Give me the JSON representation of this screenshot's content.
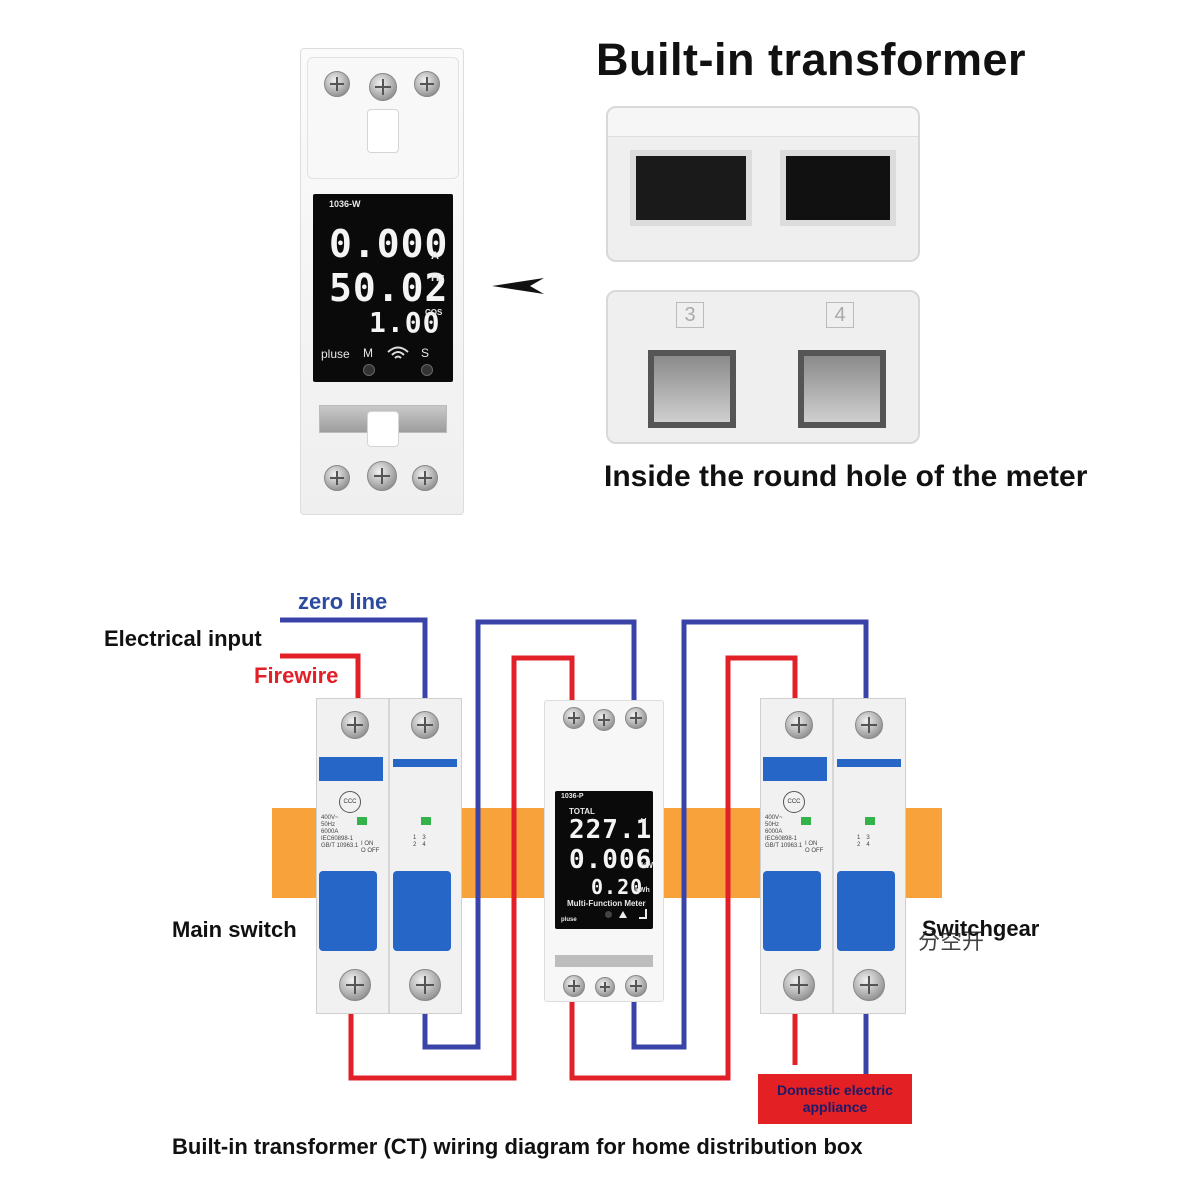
{
  "headings": {
    "transformer_title": "Built-in transformer",
    "round_hole_caption": "Inside the round hole of the meter",
    "diagram_caption": "Built-in transformer (CT) wiring diagram for home distribution box"
  },
  "top_meter": {
    "model": "1036-W",
    "line1_value": "0.000",
    "line1_unit": "A",
    "line2_value": "50.02",
    "line2_unit": "Hz",
    "line3_value": "1.00",
    "line3_unit": "COS",
    "btn_pluse": "pluse",
    "btn_m": "M",
    "btn_s": "S"
  },
  "terminal_numbers": [
    "3",
    "4"
  ],
  "wiring_labels": {
    "zero_line": "zero line",
    "electrical_input": "Electrical input",
    "firewire": "Firewire",
    "main_switch": "Main switch",
    "switchgear": "Switchgear",
    "switchgear_overlay": "分空开",
    "appliance": "Domestic electric appliance"
  },
  "center_meter": {
    "model": "1036-P",
    "total": "TOTAL",
    "line1_value": "227.1",
    "line1_unit": "V",
    "line2_value": "0.006",
    "line2_unit": "kW",
    "line3_value": "0.20",
    "line3_unit": "kWh",
    "footer": "Multi-Function Meter",
    "pluse": "pluse"
  },
  "breaker_marks": {
    "spec": "400V~\n50Hz\n6000A\nIEC60898-1\nGB/T 10963.1",
    "onoff": "I ON\nO OFF",
    "poles": "1　3\n2　4",
    "ccc": "CCC"
  },
  "colors": {
    "neutral_wire": "#3a44a8",
    "live_wire": "#e12028",
    "din_rail": "#f7a23b",
    "breaker_handle": "#2566c6",
    "appliance_box": "#e32124",
    "zero_line_text": "#2b4aa0",
    "firewire_text": "#e12028"
  }
}
